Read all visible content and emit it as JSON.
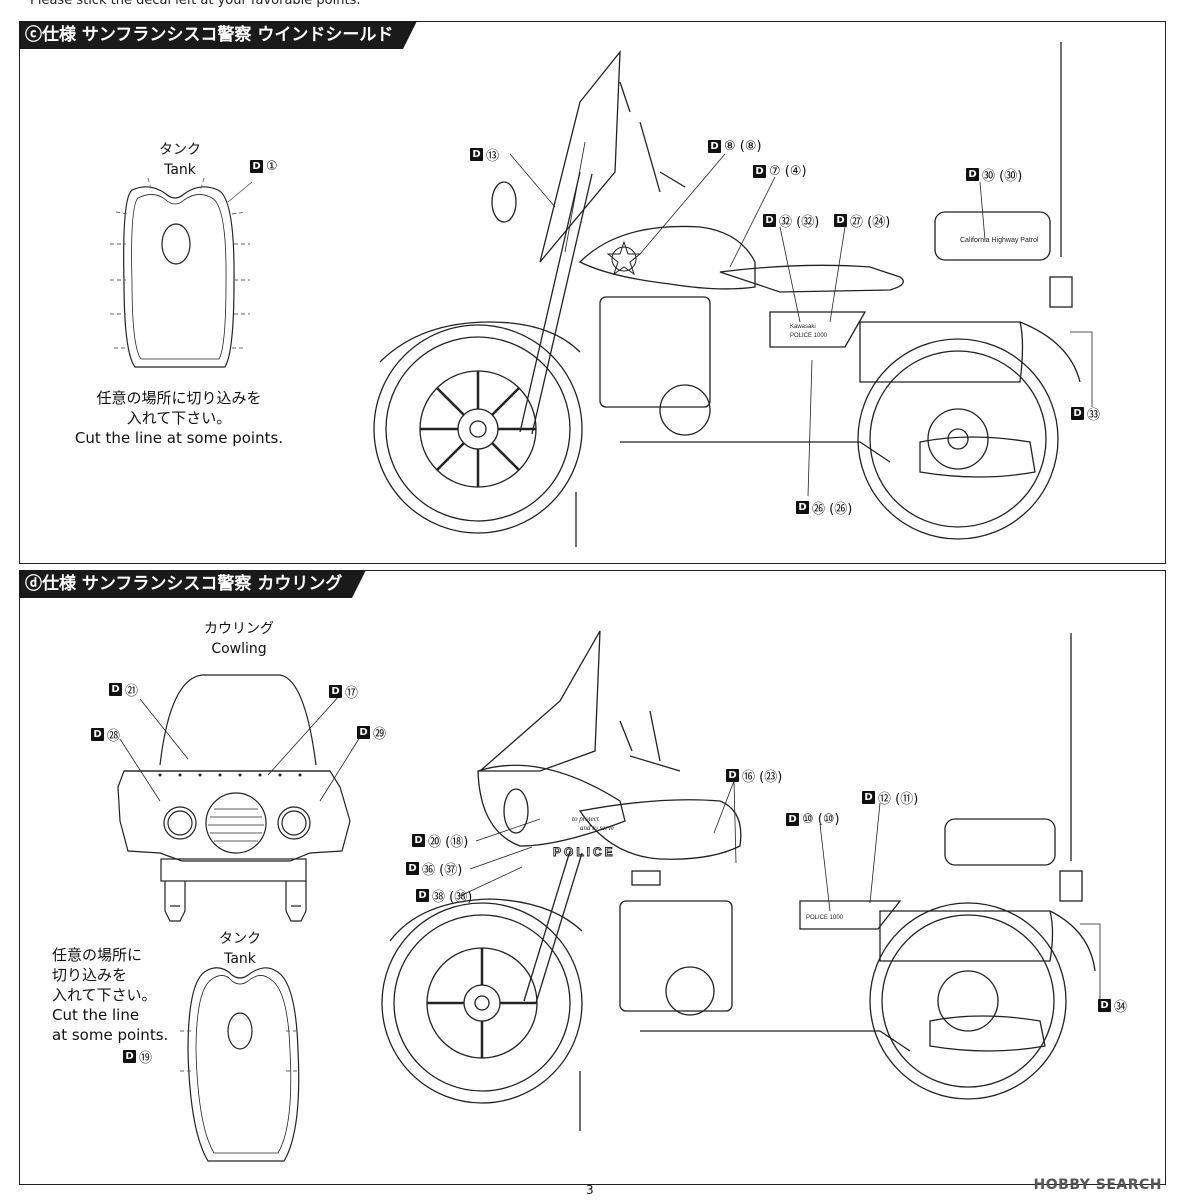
{
  "top_note": "Please stick the decal left at your favorable points.",
  "section_c": {
    "title": "ⓒ仕様 サンフランシスコ警察 ウインドシールド",
    "tank_caption_jp": "タンク",
    "tank_caption_en": "Tank",
    "note_jp_1": "任意の場所に切り込みを",
    "note_jp_2": "入れて下さい。",
    "note_en": "Cut the line at some points.",
    "box_letter": "D",
    "labels": {
      "tank": "①",
      "windshield": "⑬",
      "badge": "⑧ (⑧)",
      "tank_stripe": "⑦ (④)",
      "panel_top": "㉜ (㉜)",
      "panel_stripe": "㉗ (㉔)",
      "topbox": "㉚ (㉚)",
      "rear": "㉝",
      "frame": "㉖ (㉖)"
    },
    "topbox_text": "California Highway Patrol",
    "panel_text_1": "Kawasaki",
    "panel_text_2": "POLICE 1000"
  },
  "section_d": {
    "title": "ⓓ仕様 サンフランシスコ警察 カウリング",
    "cowling_caption_jp": "カウリング",
    "cowling_caption_en": "Cowling",
    "tank_caption_jp": "タンク",
    "tank_caption_en": "Tank",
    "note_lines": [
      "任意の場所に",
      "切り込みを",
      "入れて下さい。",
      "Cut the line",
      "at some points."
    ],
    "box_letter": "D",
    "labels": {
      "cowl_top_left": "㉑",
      "cowl_top_right": "⑰",
      "cowl_left": "㉘",
      "cowl_right": "㉙",
      "tank": "⑲",
      "tank_stripe": "⑯ (㉓)",
      "side_panel": "⑩ (⑩)",
      "panel_stripe": "⑫ (⑪)",
      "cowl_stripe": "⑳ (⑱)",
      "police": "㊱ (㊲)",
      "lower": "㊳ (㊳)",
      "rear": "㉞"
    },
    "police_text": "POLICE",
    "motto_1": "to protect",
    "motto_2": "and to serve",
    "panel_text": "POLICE 1000"
  },
  "page_number": "3",
  "watermark": "HOBBY SEARCH"
}
